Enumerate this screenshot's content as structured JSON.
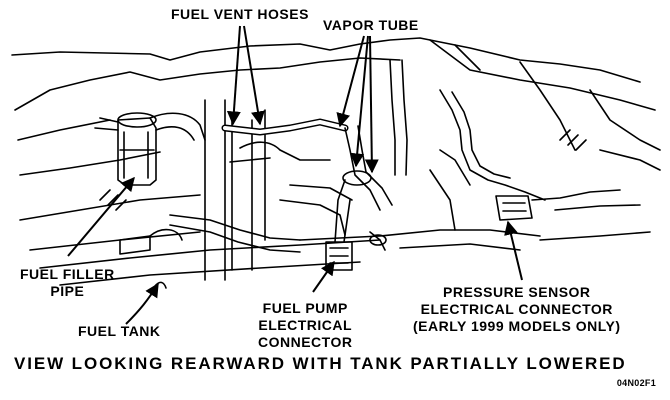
{
  "labels": {
    "fuel_vent_hoses": "FUEL VENT HOSES",
    "vapor_tube": "VAPOR TUBE",
    "fuel_filler_pipe": [
      "FUEL FILLER",
      "PIPE"
    ],
    "fuel_tank": "FUEL TANK",
    "fuel_pump_connector": [
      "FUEL PUMP",
      "ELECTRICAL",
      "CONNECTOR"
    ],
    "pressure_sensor_connector": [
      "PRESSURE SENSOR",
      "ELECTRICAL CONNECTOR",
      "(EARLY 1999 MODELS ONLY)"
    ]
  },
  "caption": "VIEW LOOKING REARWARD WITH TANK PARTIALLY LOWERED",
  "figure_id": "04N02F1",
  "colors": {
    "ink": "#000000",
    "background": "#ffffff"
  }
}
